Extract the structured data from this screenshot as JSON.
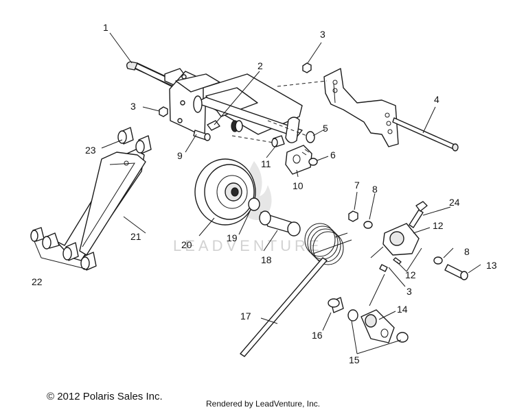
{
  "watermark": "LEADVENTURE",
  "footer": {
    "copyright": "© 2012 Polaris Sales Inc.",
    "rendered_by": "Rendered by LeadVenture, Inc."
  },
  "callouts": {
    "c1": "1",
    "c2": "2",
    "c3a": "3",
    "c3b": "3",
    "c3c": "3",
    "c4": "4",
    "c5": "5",
    "c6": "6",
    "c7": "7",
    "c8a": "8",
    "c8b": "8",
    "c9": "9",
    "c10": "10",
    "c11": "11",
    "c12a": "12",
    "c12b": "12",
    "c13": "13",
    "c14": "14",
    "c15": "15",
    "c16": "16",
    "c17": "17",
    "c18": "18",
    "c19": "19",
    "c20": "20",
    "c21": "21",
    "c22": "22",
    "c23": "23",
    "c24": "24"
  }
}
